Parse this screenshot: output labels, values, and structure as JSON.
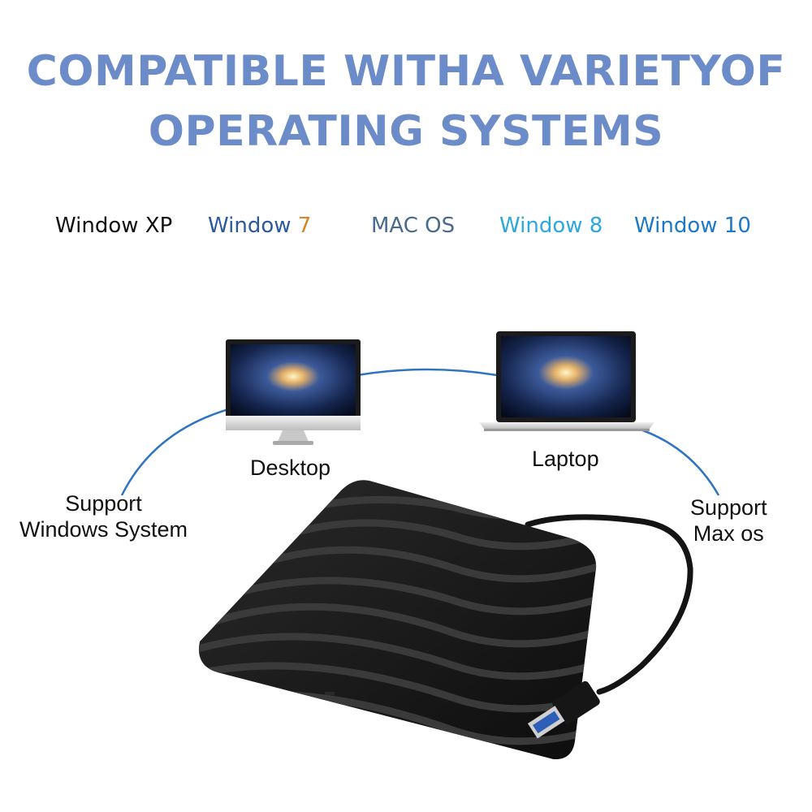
{
  "headline": {
    "line1": "COMPATIBLE WITHA VARIETYOF",
    "line2": "OPERATING SYSTEMS",
    "color": "#6b8cc8"
  },
  "os_list": [
    {
      "label": "Window XP",
      "color": "#111111"
    },
    {
      "label": "Window 7",
      "color": "#2a5a9e",
      "accent": "#d9832a"
    },
    {
      "label": "MAC OS",
      "color": "#4a6a8e"
    },
    {
      "label": "Window 8",
      "color": "#2ca7e0"
    },
    {
      "label": "Window 10",
      "color": "#1e78c8"
    }
  ],
  "devices": {
    "desktop_label": "Desktop",
    "laptop_label": "Laptop"
  },
  "support": {
    "windows_line1": "Support",
    "windows_line2": "Windows System",
    "mac_line1": "Support",
    "mac_line2": "Max os"
  },
  "colors": {
    "connector": "#2f74c4",
    "drive": "#1a1a1a"
  }
}
